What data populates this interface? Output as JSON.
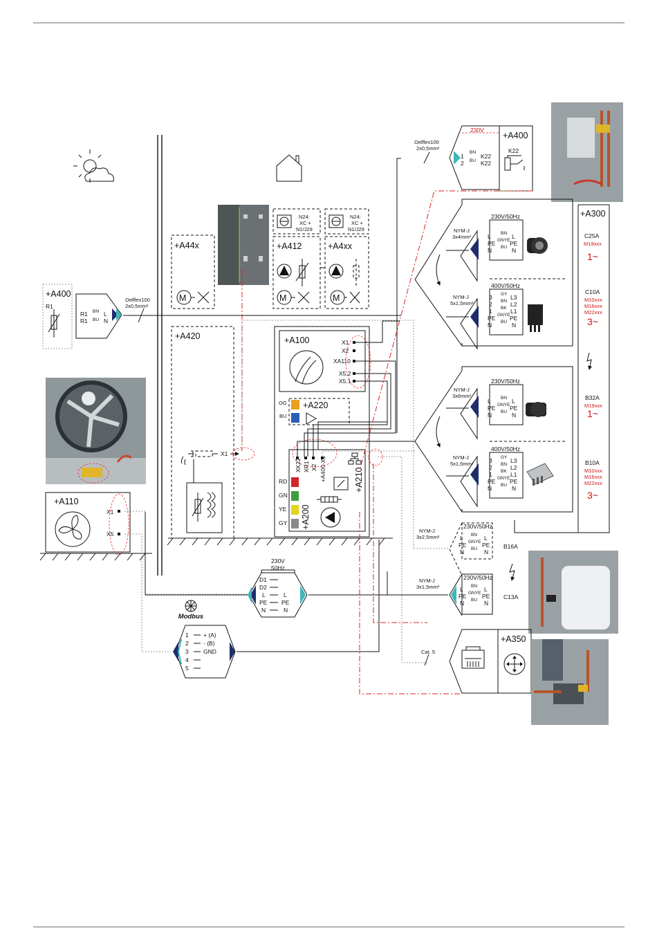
{
  "units": {
    "a400_top": "+A400",
    "a300": "+A300",
    "a350": "+A350",
    "a400_left": "+A400",
    "a44x": "+A44x",
    "a412": "+A412",
    "a4xx": "+A4xx",
    "a420": "+A420",
    "a100": "+A100",
    "a220": "+A220",
    "a200": "+A200",
    "a210": "+A210",
    "a110": "+A110"
  },
  "cables": {
    "oelflex_top": [
      "Oelflex100",
      "2x0,5mm²"
    ],
    "oelflex_left": [
      "Oelflex100",
      "2x0,5mm²"
    ],
    "nym_3x4": [
      "NYM-J",
      "3x4mm²"
    ],
    "nym_5x15a": [
      "NYM-J",
      "5x1,5mm²"
    ],
    "nym_3x6": [
      "NYM-J",
      "3x6mm²"
    ],
    "nym_5x15b": [
      "NYM-J",
      "5x1,5mm²"
    ],
    "nym_3x25": [
      "NYM-J",
      "3x2,5mm²"
    ],
    "nym_3x15": [
      "NYM-J",
      "3x1,5mm²"
    ],
    "cat5": "Cat. 5"
  },
  "voltages": {
    "v230_top": "230V",
    "v230_50a": "230V/50Hz",
    "v400_50a": "400V/50Hz",
    "v230_50b": "230V/50Hz",
    "v400_50b": "400V/50Hz",
    "v230_50c": "230V/50Hz",
    "v230_50d": "230V/50Hz",
    "mid_v": "230V",
    "mid_hz": "50Hz"
  },
  "terminals": {
    "k22_rows": [
      [
        "1",
        "K22"
      ],
      [
        "2",
        "K22"
      ]
    ],
    "k22_cols": [
      "BN",
      "BU"
    ],
    "k22_relay": "K22",
    "r1_rows": [
      [
        "R1",
        "L"
      ],
      [
        "R1",
        "N"
      ]
    ],
    "r1_cols": [
      "BN",
      "BU"
    ],
    "r1_label": "R1",
    "b1_left": [
      "L",
      "PE",
      "N"
    ],
    "b1_mid": [
      "BN",
      "GNYE",
      "BU"
    ],
    "b1_right": [
      "L",
      "PE",
      "N"
    ],
    "b2_left": [
      "3",
      "2",
      "1",
      "PE",
      "N"
    ],
    "b2_mid": [
      "GY",
      "BN",
      "BK",
      "GNYE",
      "BU"
    ],
    "b2_right": [
      "L3",
      "L2",
      "L1",
      "PE",
      "N"
    ],
    "b3_left": [
      "L",
      "PE",
      "N"
    ],
    "b3_mid": [
      "BN",
      "GNYE",
      "BU"
    ],
    "b3_right": [
      "L",
      "PE",
      "N"
    ],
    "b4_left": [
      "3",
      "2",
      "1",
      "PE",
      "N"
    ],
    "b4_mid": [
      "GY",
      "BN",
      "BK",
      "GNYE",
      "BU"
    ],
    "b4_right": [
      "L3",
      "L2",
      "L1",
      "PE",
      "N"
    ],
    "b5_left": [
      "L",
      "PE",
      "N"
    ],
    "b5_mid": [
      "BN",
      "GNYE",
      "BU"
    ],
    "b5_right": [
      "L",
      "PE",
      "N"
    ],
    "b6_left": [
      "L",
      "PE",
      "N"
    ],
    "b6_mid": [
      "BN",
      "GNYE",
      "BU"
    ],
    "b6_right": [
      "L",
      "PE",
      "N"
    ],
    "a100_x": [
      "X1",
      "X2",
      "XA110",
      "X5.2",
      "X5.1"
    ],
    "a200_x": [
      "XK22",
      "XR1",
      "X2",
      "+A400-X1"
    ],
    "a220_colors": [
      [
        "OG",
        "#e9a21d"
      ],
      [
        "BU",
        "#2b5fb3"
      ]
    ],
    "a200_colors": [
      [
        "RD",
        "#d0262c"
      ],
      [
        "GN",
        "#3f9e3a"
      ],
      [
        "YE",
        "#e5d51a"
      ],
      [
        "GY",
        "#8b8b8b"
      ]
    ],
    "a420_x1": "X1",
    "a110_x": [
      "X1",
      "X5"
    ],
    "mid_rows": [
      [
        "D1",
        ""
      ],
      [
        "D2",
        ""
      ],
      [
        "L",
        "L"
      ],
      [
        "PE",
        "PE"
      ],
      [
        "N",
        "N"
      ]
    ],
    "modbus_title": "Modbus",
    "modbus_rows": [
      [
        "1",
        "+ (A)"
      ],
      [
        "2",
        "- (B)"
      ],
      [
        "3",
        "GND"
      ],
      [
        "4",
        ""
      ],
      [
        "5",
        ""
      ]
    ]
  },
  "n24": {
    "line1": "N24:",
    "line2": "XC +",
    "line3": "N1/J29"
  },
  "motor": "M",
  "breakers": {
    "c25a": "C25A",
    "c25a_m": "M19xxx",
    "c25a_ph": "1~",
    "c10a": "C10A",
    "c10a_m": [
      "M10xxx",
      "M16xxx",
      "M22xxx"
    ],
    "c10a_ph": "3~",
    "b32a": "B32A",
    "b32a_m": "M19xxx",
    "b32a_ph": "1~",
    "b10a": "B10A",
    "b10a_m": [
      "M10xxx",
      "M16xxx",
      "M22xxx"
    ],
    "b10a_ph": "3~",
    "b16a": "B16A",
    "c13a": "C13A"
  },
  "colors": {
    "accent_red": "#cc1111",
    "teal": "#3fb6b8",
    "navy": "#1f2d6b"
  },
  "icons": [
    "sun-cloud-icon",
    "house-icon",
    "fan-icon",
    "pump-icon",
    "motor-icon",
    "ethernet-jack-icon",
    "router-icon",
    "lightning-icon",
    "modbus-icon"
  ]
}
